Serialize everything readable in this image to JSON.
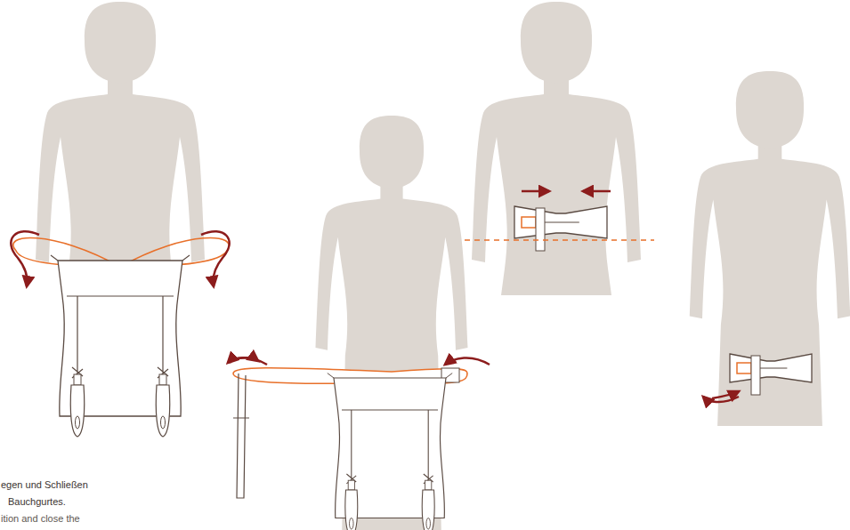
{
  "diagram": {
    "labels": [
      "egen und Schließen",
      "Bauchgurtes.",
      "ition and close the"
    ]
  }
}
